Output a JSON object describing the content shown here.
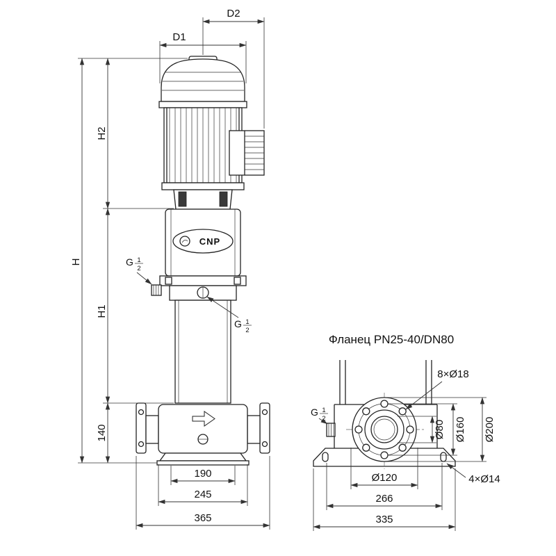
{
  "front": {
    "logo": "CNP",
    "dims": {
      "d2": "D2",
      "d1": "D1",
      "h": "H",
      "h2": "H2",
      "h1": "H1",
      "n140": "140",
      "n190": "190",
      "n245": "245",
      "n365": "365"
    },
    "g_left": {
      "letter": "G",
      "num": "1",
      "den": "2"
    },
    "g_right": {
      "letter": "G",
      "num": "1",
      "den": "2"
    }
  },
  "flange": {
    "title": "Фланец PN25-40/DN80",
    "dims": {
      "bolt_holes": "8×Ø18",
      "bore": "Ø80",
      "bolt_circle": "Ø160",
      "outer_dia": "Ø200",
      "raised_face": "Ø120",
      "slot_span": "266",
      "base_width": "335",
      "base_holes": "4×Ø14"
    },
    "g": {
      "letter": "G",
      "num": "1",
      "den": "2"
    }
  }
}
